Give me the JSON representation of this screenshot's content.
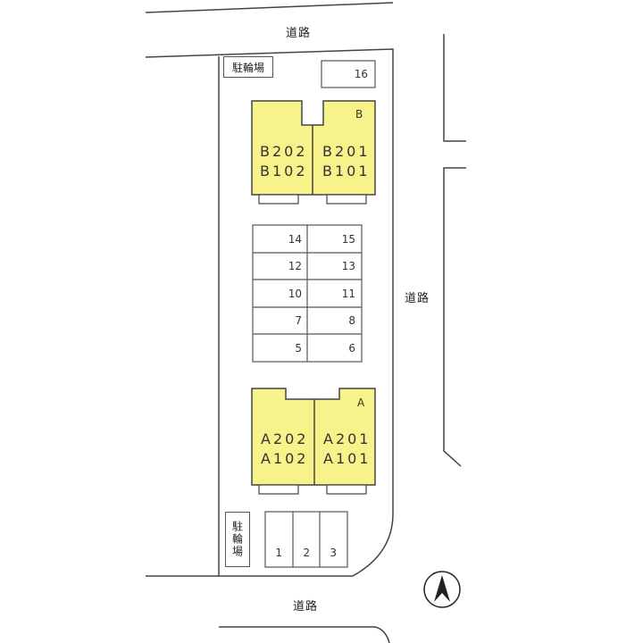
{
  "roads": {
    "top": "道路",
    "right": "道路",
    "bottom": "道路"
  },
  "bicycle_parking": {
    "top": "駐輪場",
    "bottom": "駐輪場"
  },
  "building_b": {
    "tag": "B",
    "left_units": "B202\nB102",
    "right_units": "B201\nB101"
  },
  "building_a": {
    "tag": "A",
    "left_units": "A202\nA102",
    "right_units": "A201\nA101"
  },
  "parking": {
    "stall_16": "16",
    "grid_rows": [
      [
        "14",
        "15"
      ],
      [
        "12",
        "13"
      ],
      [
        "10",
        "11"
      ],
      [
        "7",
        "8"
      ],
      [
        "5",
        "6"
      ]
    ],
    "bottom_stalls": [
      "1",
      "2",
      "3"
    ]
  },
  "compass": "north-arrow",
  "colors": {
    "building_fill": "#f7f28a",
    "line": "#444444"
  }
}
